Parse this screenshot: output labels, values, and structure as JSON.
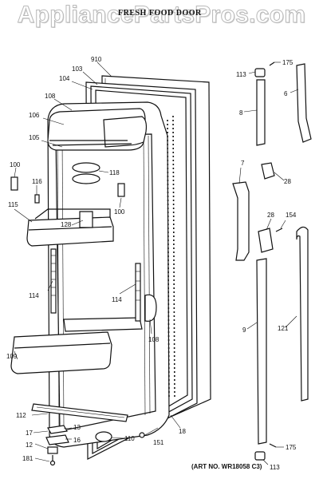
{
  "watermark": "AppliancePartsPros.com",
  "title": "FRESH FOOD DOOR",
  "art_number": "(ART NO. WR18058 C3)",
  "part_labels": {
    "p910": "910",
    "p103": "103",
    "p104": "104",
    "p108a": "108",
    "p106": "106",
    "p105": "105",
    "p100a": "100",
    "p116": "116",
    "p118": "118",
    "p100b": "100",
    "p115": "115",
    "p128a": "128",
    "p114a": "114",
    "p114b": "114",
    "p108b": "108",
    "p109": "109",
    "p112": "112",
    "p13": "13",
    "p17": "17",
    "p16": "16",
    "p12": "12",
    "p181": "181",
    "p110": "110",
    "p151": "151",
    "p18": "18",
    "p113a": "113",
    "p175a": "175",
    "p6": "6",
    "p8": "8",
    "p7": "7",
    "p28a": "28",
    "p28b": "28",
    "p154": "154",
    "p9": "9",
    "p121": "121",
    "p175b": "175",
    "p113b": "113"
  }
}
